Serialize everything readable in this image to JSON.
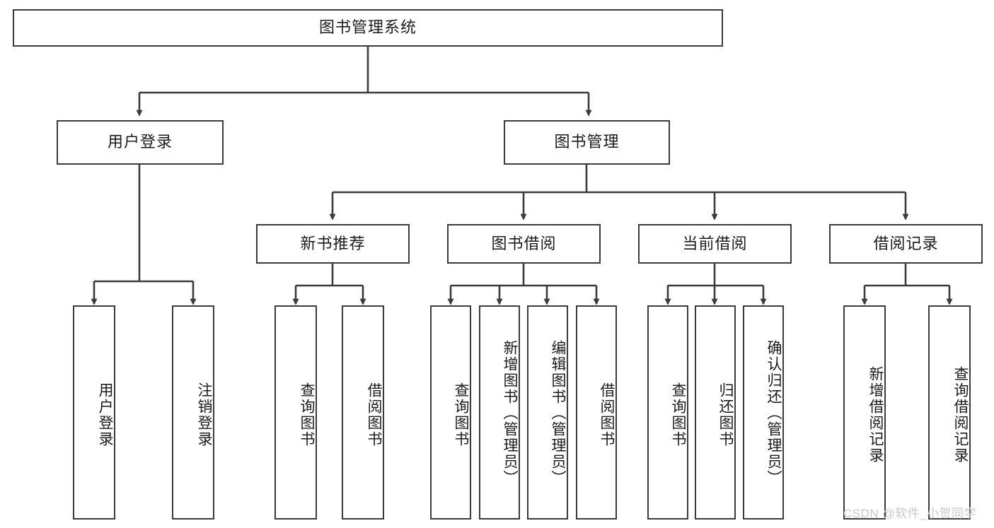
{
  "diagram": {
    "title": "图书管理系统",
    "root": {
      "label": "图书管理系统"
    },
    "level2": [
      {
        "label": "用户登录"
      },
      {
        "label": "图书管理"
      }
    ],
    "level3": [
      {
        "label": "新书推荐"
      },
      {
        "label": "图书借阅"
      },
      {
        "label": "当前借阅"
      },
      {
        "label": "借阅记录"
      }
    ],
    "leaves": {
      "user_login": [
        {
          "label": "用户登录"
        },
        {
          "label": "注销登录"
        }
      ],
      "new_book_recommend": [
        {
          "label": "查询图书"
        },
        {
          "label": "借阅图书"
        }
      ],
      "book_borrow": [
        {
          "label": "查询图书"
        },
        {
          "label": "新增图书（管理员）"
        },
        {
          "label": "编辑图书（管理员）"
        },
        {
          "label": "借阅图书"
        }
      ],
      "current_borrow": [
        {
          "label": "查询图书"
        },
        {
          "label": "归还图书"
        },
        {
          "label": "确认归还（管理员）"
        }
      ],
      "borrow_record": [
        {
          "label": "新增借阅记录"
        },
        {
          "label": "查询借阅记录"
        }
      ]
    },
    "watermark": "CSDN @软件_小贺同学",
    "colors": {
      "stroke": "#3b3b3b",
      "background": "#ffffff",
      "text": "#1b1b1b",
      "watermark": "#c9c9c9"
    }
  }
}
